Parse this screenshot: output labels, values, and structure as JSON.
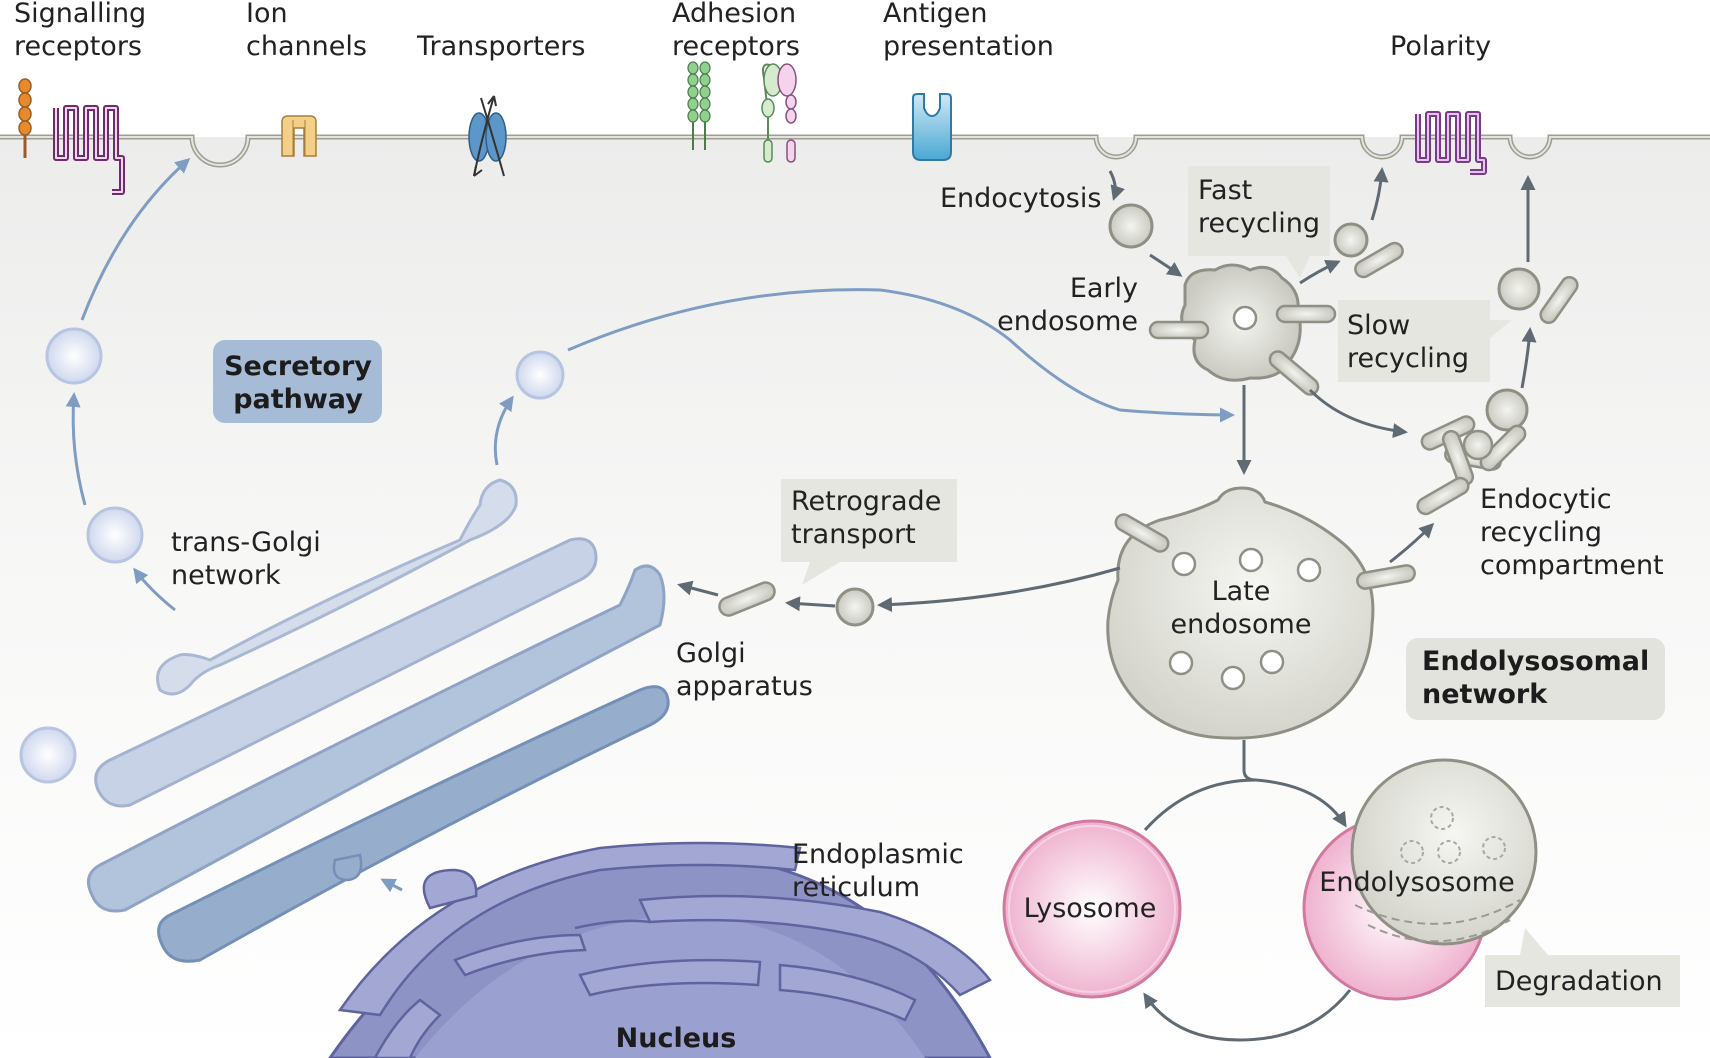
{
  "membrane_labels": {
    "signalling_line1": "Signalling",
    "signalling_line2": "receptors",
    "ion_line1": "Ion",
    "ion_line2": "channels",
    "transporters": "Transporters",
    "adhesion_line1": "Adhesion",
    "adhesion_line2": "receptors",
    "antigen_line1": "Antigen",
    "antigen_line2": "presentation",
    "polarity": "Polarity"
  },
  "pathway_labels": {
    "endocytosis": "Endocytosis",
    "fast_recycling_line1": "Fast",
    "fast_recycling_line2": "recycling",
    "slow_recycling_line1": "Slow",
    "slow_recycling_line2": "recycling",
    "early_endosome_line1": "Early",
    "early_endosome_line2": "endosome",
    "late_endosome_line1": "Late",
    "late_endosome_line2": "endosome",
    "endocytic_recycling_line1": "Endocytic",
    "endocytic_recycling_line2": "recycling",
    "endocytic_recycling_line3": "compartment",
    "retrograde_line1": "Retrograde",
    "retrograde_line2": "transport",
    "golgi_line1": "Golgi",
    "golgi_line2": "apparatus",
    "trans_golgi_line1": "trans-Golgi",
    "trans_golgi_line2": "network",
    "er_line1": "Endoplasmic",
    "er_line2": "reticulum",
    "nucleus": "Nucleus",
    "lysosome": "Lysosome",
    "endolysosome": "Endolysosome",
    "degradation": "Degradation"
  },
  "section_labels": {
    "secretory_line1": "Secretory",
    "secretory_line2": "pathway",
    "endolysosomal_line1": "Endolysosomal",
    "endolysosomal_line2": "network"
  },
  "colors": {
    "secretory_blue": "#8aa6c6",
    "endosomal_grey": "#5f6a72",
    "lysosome_pink": "#e9a9c6",
    "membrane_grey": "#bcbcb0",
    "er_purple": "#9fa3cc",
    "polarity_purple": "#7a3a8a"
  }
}
